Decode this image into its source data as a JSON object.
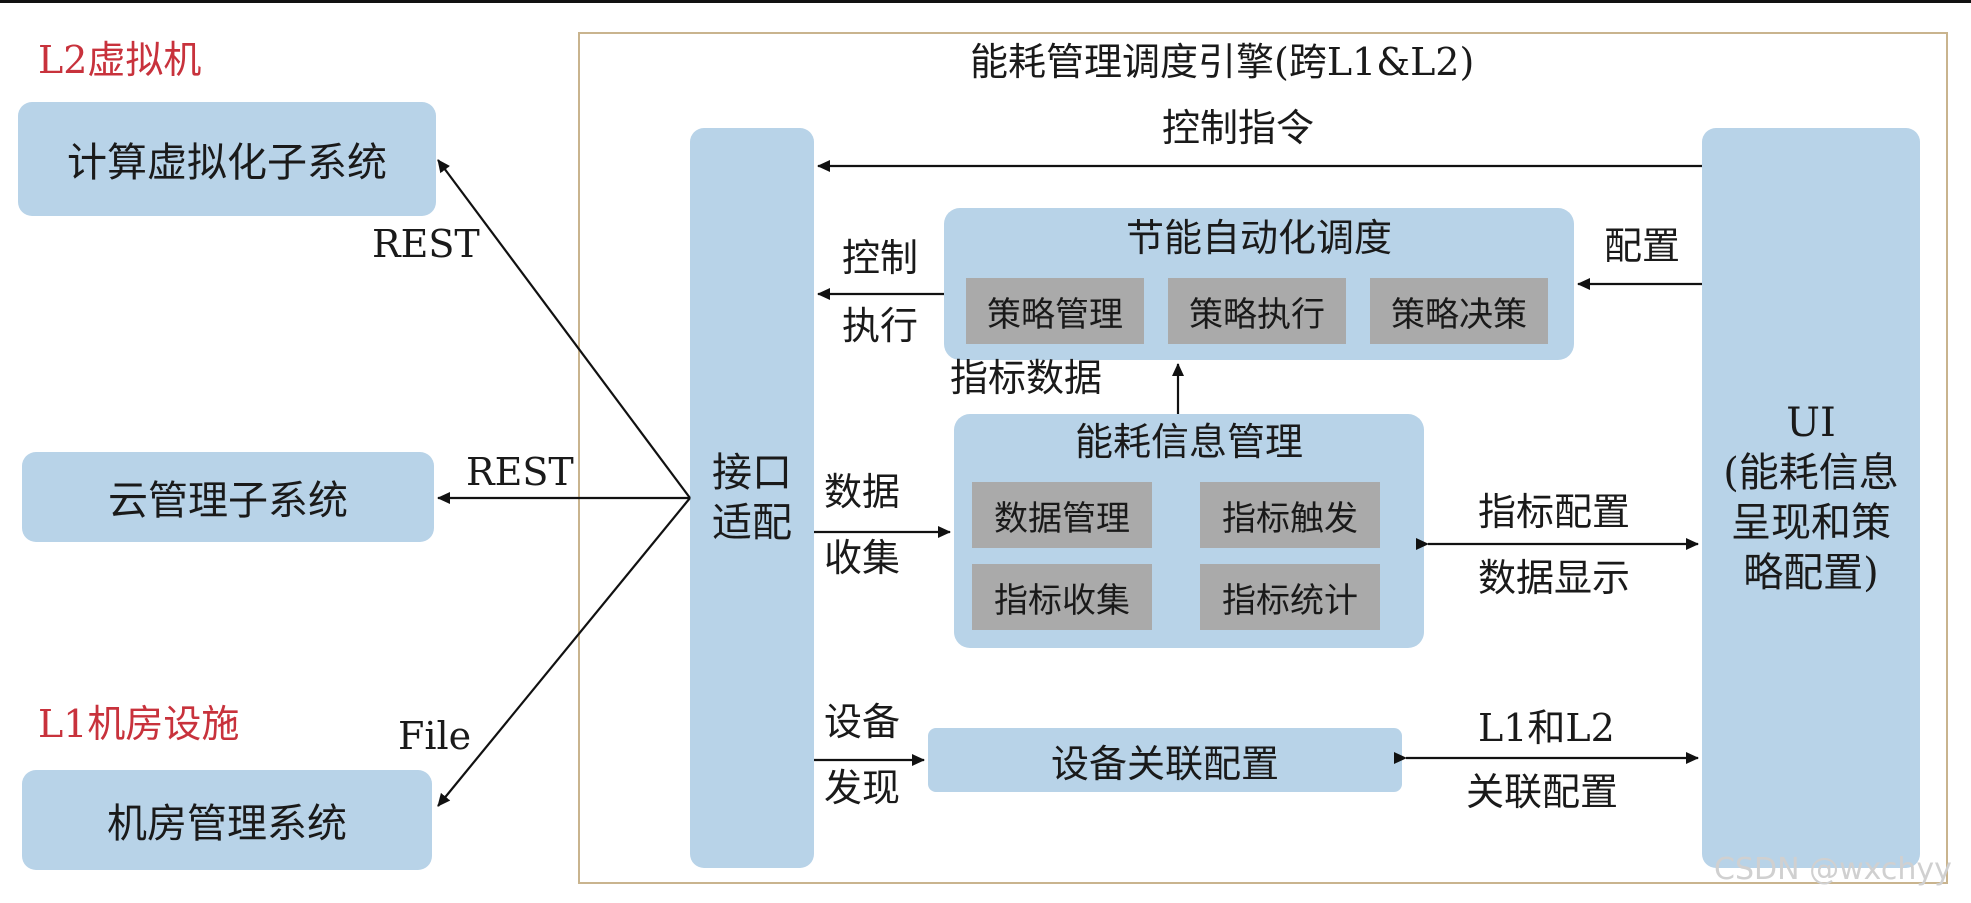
{
  "left": {
    "l2_label": "L2虚拟机",
    "compute_subsystem": "计算虚拟化子系统",
    "cloud_subsystem": "云管理子系统",
    "l1_label": "L1机房设施",
    "room_system": "机房管理系统",
    "rest_top": "REST",
    "rest_mid": "REST",
    "file": "File"
  },
  "engine": {
    "title": "能耗管理调度引擎(跨L1&L2)",
    "interface_line1": "接口",
    "interface_line2": "适配",
    "control_cmd": "控制指令",
    "control_exec_1": "控制",
    "control_exec_2": "执行",
    "config": "配置",
    "metric_data": "指标数据",
    "data_collect_1": "数据",
    "data_collect_2": "收集",
    "device_discover_1": "设备",
    "device_discover_2": "发现",
    "energy_sched": {
      "title": "节能自动化调度",
      "items": [
        "策略管理",
        "策略执行",
        "策略决策"
      ]
    },
    "energy_info": {
      "title": "能耗信息管理",
      "items": [
        "数据管理",
        "指标触发",
        "指标收集",
        "指标统计"
      ]
    },
    "device_assoc": "设备关联配置",
    "metric_config": "指标配置",
    "data_display": "数据显示",
    "l1l2": "L1和L2",
    "assoc_config": "关联配置",
    "ui_line1": "UI",
    "ui_line2": "(能耗信息",
    "ui_line3": "呈现和策",
    "ui_line4": "略配置)"
  },
  "watermark": "CSDN @wxchyy"
}
